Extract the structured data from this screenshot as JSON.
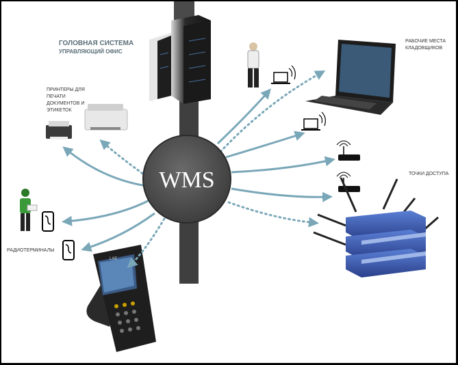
{
  "center": {
    "label": "WMS"
  },
  "labels": {
    "head_line1": "ГОЛОВНАЯ СИСТЕМА",
    "head_line2": "УПРАВЛЯЮЩИЙ ОФИС",
    "printers": [
      "ПРИНТЕРЫ ДЛЯ",
      "ПЕЧАТИ",
      "ДОКУМЕНТОВ И",
      "ЭТИКЕТОК"
    ],
    "workstations": [
      "РАБОЧИЕ МЕСТА",
      "КЛАДОВЩИКОВ"
    ],
    "access_points": "ТОЧКИ ДОСТУПА",
    "radio_terminals": "РАДИОТЕРМИНАЛЫ"
  },
  "scanner": {
    "brand": "LXE"
  },
  "colors": {
    "arrow": "#7aa7b8",
    "hub": "#4d4d4d",
    "pillar": "#3f3f3f",
    "heading": "#5a6e78",
    "label": "#333333",
    "router": "#2f4fa8"
  }
}
